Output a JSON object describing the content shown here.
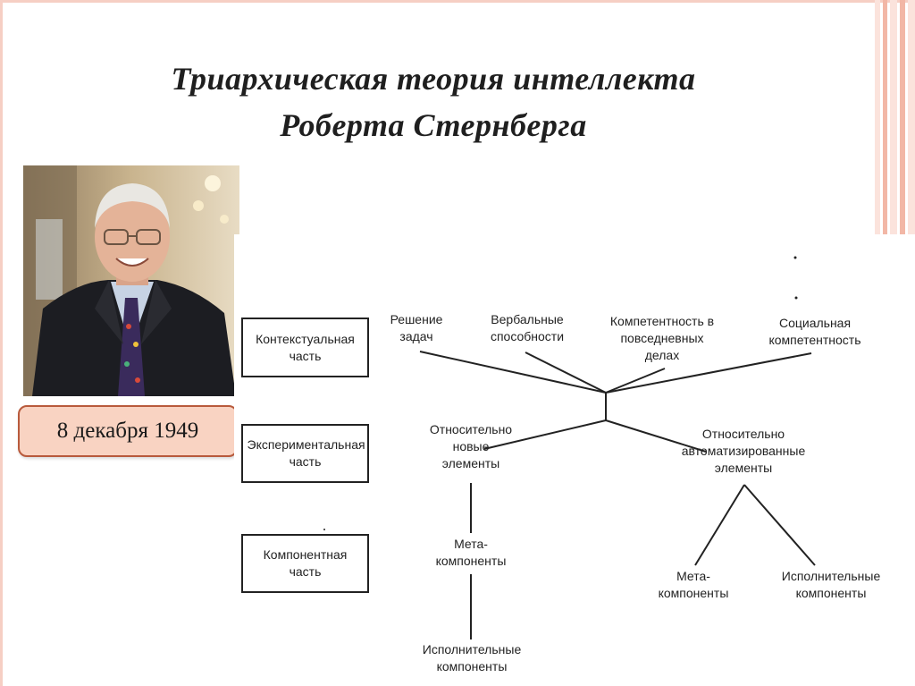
{
  "slide": {
    "title_line1": "Триархическая теория интеллекта",
    "title_line2": "Роберта Стернберга",
    "date_badge": "8 декабря 1949"
  },
  "diagram": {
    "parts": {
      "contextual": "Контекстуальная часть",
      "experimental": "Экспериментальная часть",
      "componential": "Компонентная часть"
    },
    "contextual_branch": {
      "problem_solving": "Решение задач",
      "verbal_abilities": "Вербальные способности",
      "everyday_competence": "Компетентность в повседневных делах",
      "social_competence": "Социальная компетентность"
    },
    "experimental_branch": {
      "novel_elements": "Относительно новые элементы",
      "automated_elements": "Относительно автоматизированные элементы"
    },
    "component_branch": {
      "meta_components_left": "Мета-компоненты",
      "performance_components_left": "Исполнительные компоненты",
      "meta_components_right": "Мета-компоненты",
      "performance_components_right": "Исполнительные компоненты"
    }
  },
  "colors": {
    "stripe_light": "#fbe3dc",
    "stripe_dark": "#f2b7a6",
    "badge_fill": "#f9d3c2",
    "badge_border": "#b85a3c",
    "line": "#222222"
  }
}
